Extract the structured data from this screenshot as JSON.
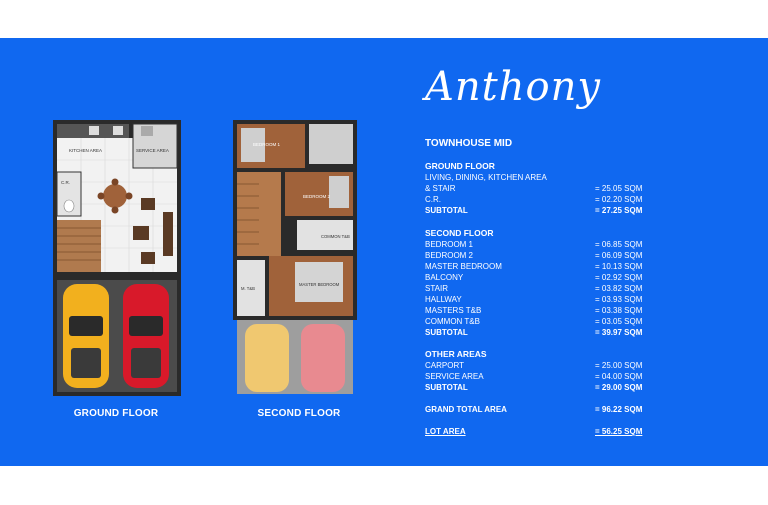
{
  "title": "Anthony",
  "subtitle": "TOWNHOUSE MID",
  "plans": {
    "ground_label": "GROUND FLOOR",
    "second_label": "SECOND FLOOR",
    "room_labels": {
      "kitchen": "KITCHEN AREA",
      "service": "SERVICE AREA",
      "cr": "C.R.",
      "bedroom1": "BEDROOM 1",
      "bedroom2": "BEDROOM 2",
      "common": "COMMON T&B",
      "master": "MASTER BEDROOM",
      "mtb": "M. T&B"
    }
  },
  "ground": {
    "header": "GROUND FLOOR",
    "items": [
      {
        "label": "LIVING, DINING, KITCHEN AREA",
        "value": ""
      },
      {
        "label": "& STAIR",
        "value": "= 25.05 SQM"
      },
      {
        "label": "C.R.",
        "value": "= 02.20 SQM"
      }
    ],
    "subtotal_label": "SUBTOTAL",
    "subtotal_value": "= 27.25 SQM"
  },
  "second": {
    "header": "SECOND FLOOR",
    "items": [
      {
        "label": "BEDROOM 1",
        "value": "= 06.85 SQM"
      },
      {
        "label": "BEDROOM 2",
        "value": "= 06.09 SQM"
      },
      {
        "label": "MASTER BEDROOM",
        "value": "= 10.13 SQM"
      },
      {
        "label": "BALCONY",
        "value": "= 02.92 SQM"
      },
      {
        "label": "STAIR",
        "value": "= 03.82 SQM"
      },
      {
        "label": "HALLWAY",
        "value": "= 03.93 SQM"
      },
      {
        "label": "MASTERS T&B",
        "value": "= 03.38 SQM"
      },
      {
        "label": "COMMON T&B",
        "value": "= 03.05 SQM"
      }
    ],
    "subtotal_label": "SUBTOTAL",
    "subtotal_value": "= 39.97 SQM"
  },
  "other": {
    "header": "OTHER AREAS",
    "items": [
      {
        "label": "CARPORT",
        "value": "= 25.00 SQM"
      },
      {
        "label": "SERVICE AREA",
        "value": "= 04.00 SQM"
      }
    ],
    "subtotal_label": "SUBTOTAL",
    "subtotal_value": "= 29.00 SQM"
  },
  "grand_total_label": "GRAND TOTAL AREA",
  "grand_total_value": "= 96.22 SQM",
  "lot_area_label": "LOT AREA",
  "lot_area_value": "= 56.25 SQM",
  "colors": {
    "panel": "#1068f0",
    "car_yellow": "#f2b01e",
    "car_red": "#d8192a",
    "wood": "#a0623a"
  }
}
